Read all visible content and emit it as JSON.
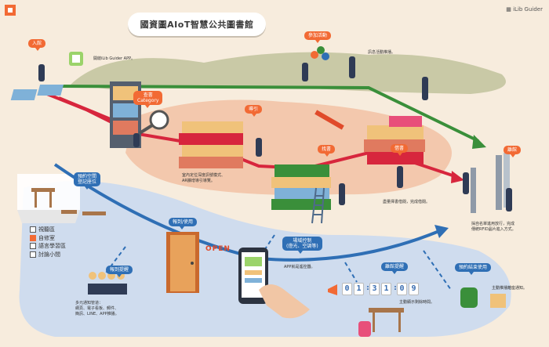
{
  "title": "國資圖AIoT智慧公共圖書館",
  "brand": "iLib Guider",
  "colors": {
    "orange": "#f26a34",
    "blue": "#2f6fb5",
    "red": "#d7263d",
    "green": "#3a8f3a",
    "sand": "#f3d5c0",
    "lightblue": "#cfe0f2",
    "olive": "#c7c7a2"
  },
  "tags": {
    "entry": "入館",
    "event": "參加活動",
    "category": "查書\nCategory",
    "guide": "導引",
    "find": "找書",
    "borrow": "借書",
    "leave": "離館",
    "reserve": "預約空間\n登記座位",
    "checkin": "報到/使用",
    "control": "場域控制\n(燈光、空調等)",
    "reminder": "報到提醒",
    "countdown": "離館提醒",
    "overdue": "預約結束使用"
  },
  "notes": {
    "app": "開啟iLib Guider APP。",
    "events": "訊息活動推播。",
    "indoor": "室內定位深度訊號模式、\nAR擴增導引導覽。",
    "borrow": "盡量擇書借閱，完成借閱。",
    "exit": "採自名單進用放行，完成\n傳統RFID晶片進入方式。",
    "notify": "多元通知管道：\n網頁、電子看板、郵件、\n簡訊、LINE、APP推播。",
    "app_remote": "APP就是遙控器。",
    "timer": "主動顯示剩餘時間。",
    "end": "主動推播離座通知。"
  },
  "legend": [
    {
      "label": "視聽區",
      "on": false
    },
    {
      "label": "自修室",
      "on": true
    },
    {
      "label": "語言學習區",
      "on": false
    },
    {
      "label": "討論小間",
      "on": false
    }
  ],
  "open_label": "OPEN",
  "timer_digits": [
    "0",
    "1",
    "3",
    "1",
    "0",
    "9"
  ]
}
